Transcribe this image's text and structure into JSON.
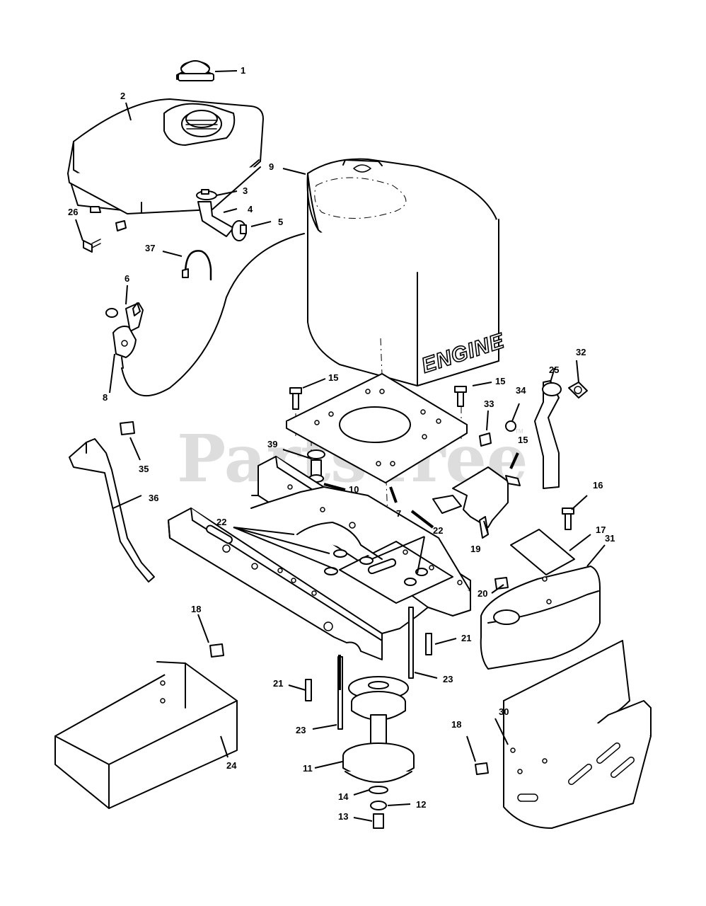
{
  "watermark": {
    "text": "PartsTree",
    "trademark": "TM"
  },
  "engine_label": "ENGINE",
  "callouts": [
    "1",
    "2",
    "3",
    "4",
    "5",
    "6",
    "7",
    "8",
    "9",
    "10",
    "11",
    "12",
    "13",
    "14",
    "15",
    "15",
    "15",
    "16",
    "17",
    "18",
    "18",
    "19",
    "20",
    "21",
    "21",
    "22",
    "22",
    "23",
    "23",
    "24",
    "25",
    "26",
    "30",
    "31",
    "32",
    "33",
    "34",
    "35",
    "36",
    "37",
    "39"
  ]
}
